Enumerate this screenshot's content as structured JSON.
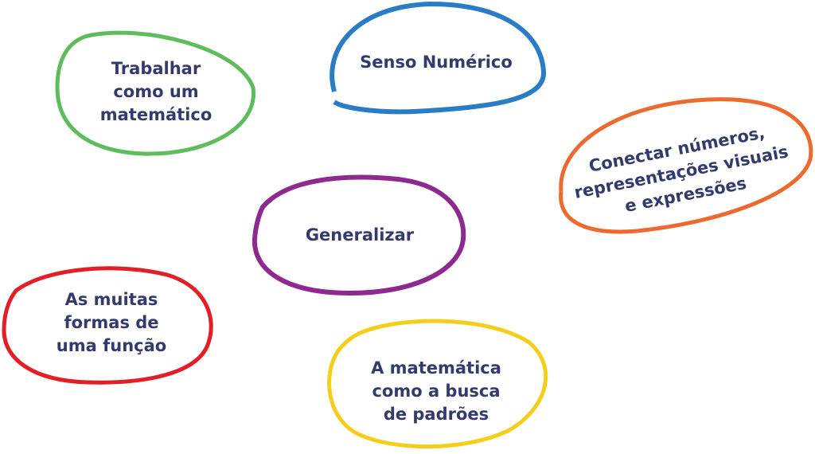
{
  "diagram": {
    "text_color": "#343a6b",
    "nodes": [
      {
        "id": "trabalhar",
        "color": "#4cb54a",
        "lines": [
          "Trabalhar",
          "como um",
          "matemático"
        ]
      },
      {
        "id": "senso",
        "color": "#2a7cc4",
        "lines": [
          "Senso Numérico"
        ]
      },
      {
        "id": "conectar",
        "color": "#ec6a30",
        "lines": [
          "Conectar números,",
          "representações visuais",
          "e expressões"
        ]
      },
      {
        "id": "generalizar",
        "color": "#8e2a8f",
        "lines": [
          "Generalizar"
        ]
      },
      {
        "id": "funcao",
        "color": "#e21f26",
        "lines": [
          "As muitas",
          "formas de",
          "uma função"
        ]
      },
      {
        "id": "padroes",
        "color": "#f3cf1c",
        "lines": [
          "A matemática",
          "como a busca",
          "de padrões"
        ]
      }
    ]
  }
}
